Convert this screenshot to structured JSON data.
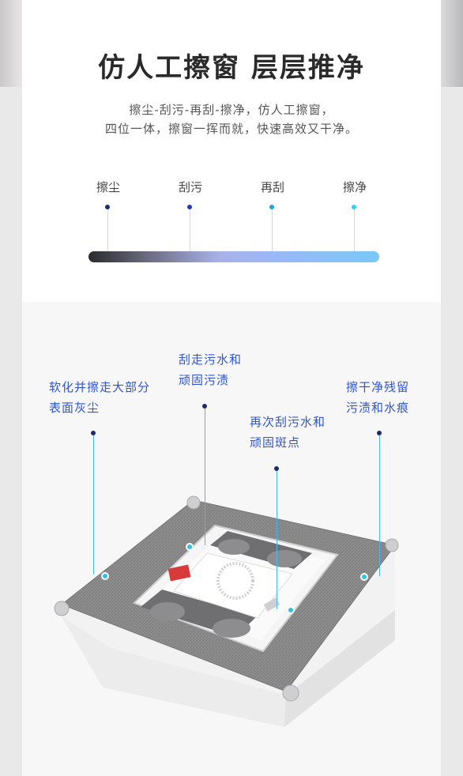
{
  "title": "仿人工擦窗 层层推净",
  "subtitle": {
    "line1": "擦尘-刮污-再刮-擦净，仿人工擦窗，",
    "line2": "四位一体，擦窗一挥而就，快速高效又干净。"
  },
  "steps": [
    {
      "label": "擦尘",
      "color": "#1e2a6e"
    },
    {
      "label": "刮污",
      "color": "#2639b8"
    },
    {
      "label": "再刮",
      "color": "#22a5d8"
    },
    {
      "label": "擦净",
      "color": "#2ed3ea"
    }
  ],
  "callouts": {
    "c1": {
      "line1": "软化并擦走大部分",
      "line2": "表面灰尘"
    },
    "c2": {
      "line1": "刮走污水和",
      "line2": "顽固污渍"
    },
    "c3": {
      "line1": "再次刮污水和",
      "line2": "顽固斑点"
    },
    "c4": {
      "line1": "擦干净残留",
      "line2": "污渍和水痕"
    }
  },
  "colors": {
    "accent": "#2f55d4",
    "pad": "#8b8b8b"
  }
}
